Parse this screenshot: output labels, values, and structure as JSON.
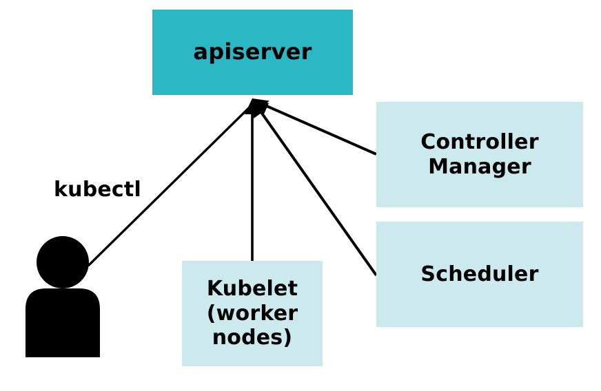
{
  "diagram": {
    "title": "Kubernetes control plane interaction diagram",
    "background_color": "#FFFFFF",
    "colors": {
      "apiserver_fill": "#2CB7C4",
      "component_fill": "#CCEAEE",
      "edge_stroke": "#000000",
      "text": "#000000"
    },
    "nodes": {
      "apiserver": {
        "label": "apiserver",
        "fill": "#2CB7C4"
      },
      "controller_manager": {
        "label": "Controller\nManager",
        "fill": "#CCEAEE"
      },
      "scheduler": {
        "label": "Scheduler",
        "fill": "#CCEAEE"
      },
      "kubelet": {
        "label": "Kubelet\n(worker\nnodes)",
        "fill": "#CCEAEE"
      },
      "user": {
        "label": "user-person-icon",
        "fill": "#000000"
      }
    },
    "edge_labels": {
      "kubectl": "kubectl"
    },
    "edges": [
      {
        "from": "user",
        "to": "apiserver",
        "label": "kubectl",
        "arrow": "to"
      },
      {
        "from": "kubelet",
        "to": "apiserver",
        "label": "",
        "arrow": "to"
      },
      {
        "from": "controller_manager",
        "to": "apiserver",
        "label": "",
        "arrow": "to"
      },
      {
        "from": "scheduler",
        "to": "apiserver",
        "label": "",
        "arrow": "to"
      }
    ]
  }
}
